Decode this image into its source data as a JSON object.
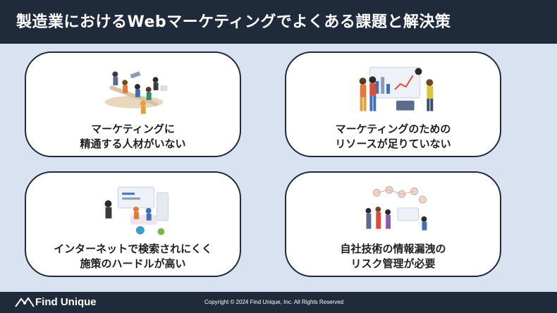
{
  "header": {
    "title": "製造業におけるWebマーケティングでよくある課題と解決策"
  },
  "cards": [
    {
      "line1": "マーケティングに",
      "line2": "精通する人材がいない"
    },
    {
      "line1": "マーケティングのための",
      "line2": "リソースが足りていない"
    },
    {
      "line1": "インターネットで検索されにくく",
      "line2": "施策のハードルが高い"
    },
    {
      "line1": "自社技術の情報漏洩の",
      "line2": "リスク管理が必要"
    }
  ],
  "footer": {
    "logo_text": "Find Unique",
    "copyright": "Copyright © 2024 Find Unique, Inc. All Rights Reserved"
  },
  "colors": {
    "navy": "#1f2a3a",
    "background": "#d9e2f0",
    "card": "#ffffff"
  }
}
